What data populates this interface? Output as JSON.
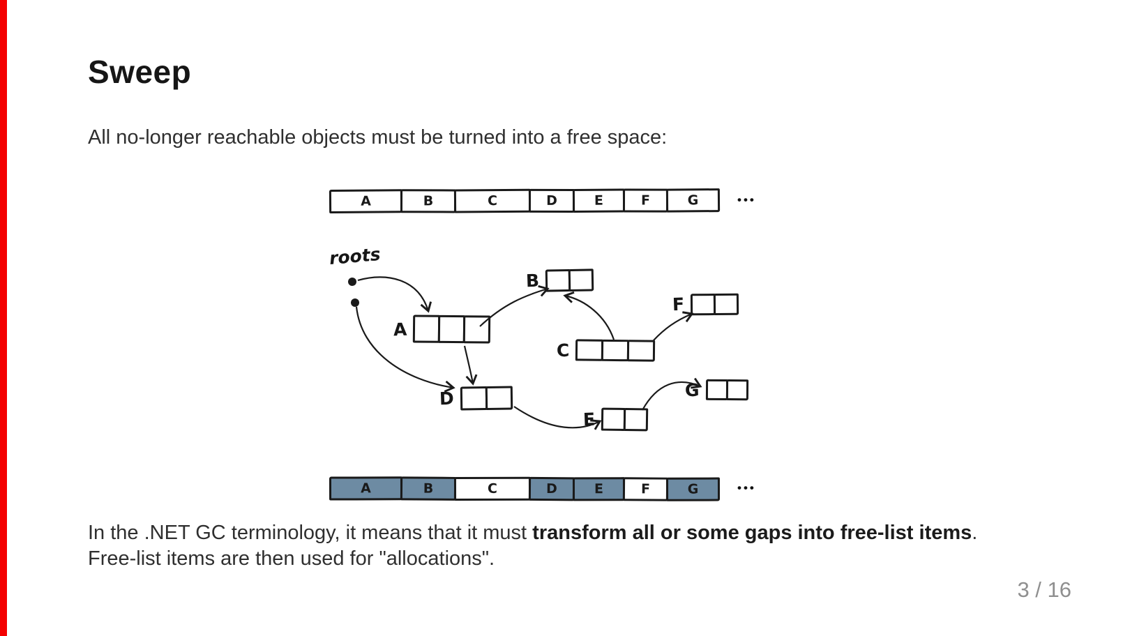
{
  "colors": {
    "accent_strip": "#f40000",
    "reachable_fill": "#6d8ba3",
    "free_fill": "#ffffff",
    "stroke": "#1a1a1a",
    "page_number_gray": "#8f8f8f"
  },
  "slide": {
    "title": "Sweep",
    "intro": "All no-longer reachable objects must be turned into a free space:",
    "outro_before_bold": "In the .NET GC terminology, it means that it must ",
    "outro_bold": "transform all or some gaps into free-list items",
    "outro_after_bold": ". Free-list items are then used for \"allocations\".",
    "page_number": "3 / 16"
  },
  "diagram": {
    "roots_label": "roots",
    "ellipsis": "•••",
    "heap_before": {
      "cells": [
        {
          "label": "A",
          "filled": false
        },
        {
          "label": "B",
          "filled": false
        },
        {
          "label": "C",
          "filled": false
        },
        {
          "label": "D",
          "filled": false
        },
        {
          "label": "E",
          "filled": false
        },
        {
          "label": "F",
          "filled": false
        },
        {
          "label": "G",
          "filled": false
        }
      ]
    },
    "heap_after": {
      "cells": [
        {
          "label": "A",
          "filled": true
        },
        {
          "label": "B",
          "filled": true
        },
        {
          "label": "C",
          "filled": false
        },
        {
          "label": "D",
          "filled": true
        },
        {
          "label": "E",
          "filled": true
        },
        {
          "label": "F",
          "filled": false
        },
        {
          "label": "G",
          "filled": true
        }
      ]
    },
    "objects": [
      {
        "label": "A",
        "filled": true,
        "cells": 3
      },
      {
        "label": "B",
        "filled": true,
        "cells": 2
      },
      {
        "label": "C",
        "filled": false,
        "cells": 3
      },
      {
        "label": "D",
        "filled": true,
        "cells": 2
      },
      {
        "label": "E",
        "filled": true,
        "cells": 2
      },
      {
        "label": "F",
        "filled": false,
        "cells": 2
      },
      {
        "label": "G",
        "filled": true,
        "cells": 2
      }
    ]
  }
}
